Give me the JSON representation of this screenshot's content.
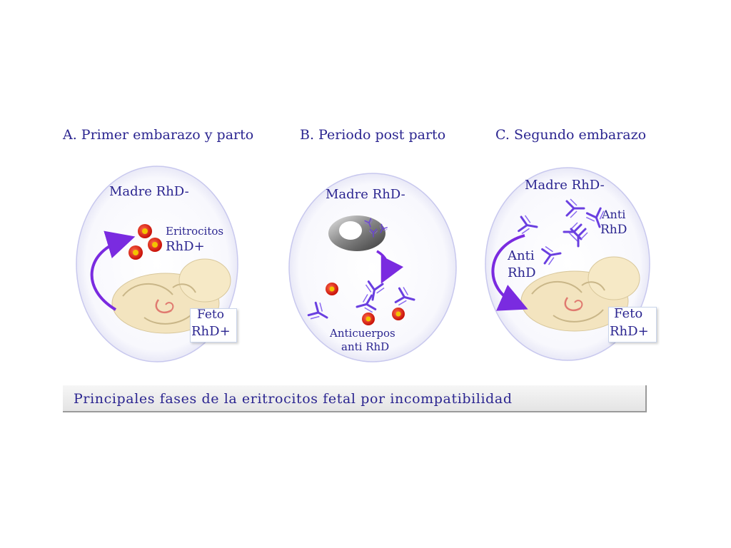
{
  "panels": [
    {
      "title": "A. Primer embarazo y parto",
      "mother": "Madre RhD-",
      "cells_label": [
        "Eritrocitos",
        "RhD+"
      ],
      "fetus_label": [
        "Feto",
        "RhD+"
      ]
    },
    {
      "title": "B. Periodo post parto",
      "mother": "Madre RhD-",
      "antibody_label": [
        "Anticuerpos",
        "anti RhD"
      ]
    },
    {
      "title": "C. Segundo  embarazo",
      "mother": "Madre RhD-",
      "anti_label_top": [
        "Anti",
        "RhD"
      ],
      "anti_label_left": [
        "Anti",
        "RhD"
      ],
      "fetus_label": [
        "Feto",
        "RhD+"
      ]
    }
  ],
  "caption": "Principales fases de la eritrocitos fetal por incompatibilidad",
  "colors": {
    "text": "#2b2590",
    "arrow": "#7a2be0",
    "antibody": "#6a3fe0",
    "cell_red": "#e0201a",
    "cell_yellow": "#f2c400",
    "fetus": "#f3e4bf"
  }
}
